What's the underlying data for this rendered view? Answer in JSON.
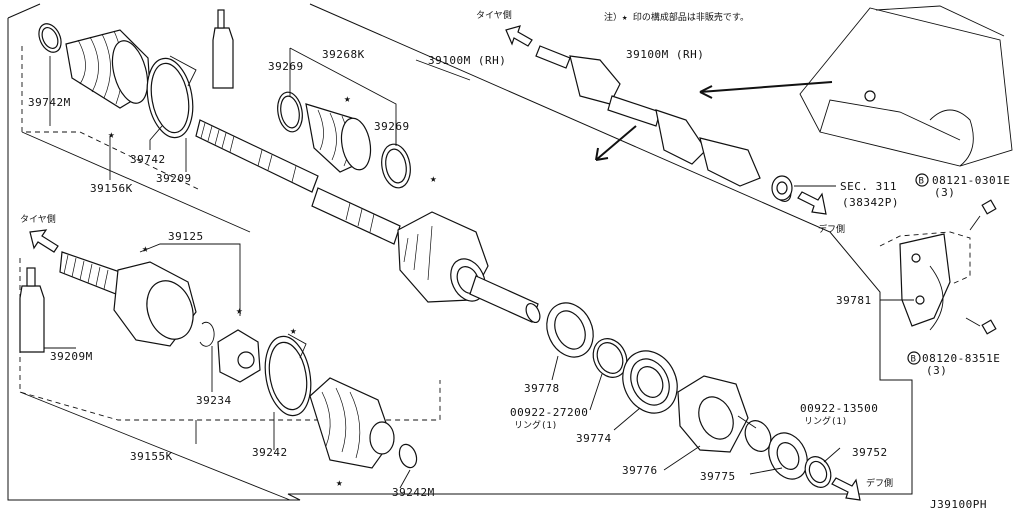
{
  "diagram_id": "J39100PH",
  "note": "注）★ 印の構成部品は非販売です。",
  "direction": {
    "tire_top": "タイヤ側",
    "tire_left": "タイヤ側",
    "diff_mid": "デフ側",
    "diff_bottom": "デフ側"
  },
  "star_symbol": "★",
  "parts": {
    "p39742M": "39742M",
    "p39742": "39742",
    "p39156K": "39156K",
    "p39209": "39209",
    "p39269a": "39269",
    "p39268K": "39268K",
    "p39269b": "39269",
    "p39100M_main": "39100M (RH)",
    "p39100M_inset": "39100M (RH)",
    "p39125": "39125",
    "p39209M": "39209M",
    "p39234": "39234",
    "p39155K": "39155K",
    "p39242": "39242",
    "p39242M": "39242M",
    "p39778": "39778",
    "p00922_27200": "00922-27200",
    "ring1": "リング(1)",
    "p39774": "39774",
    "p39776": "39776",
    "p00922_13500": "00922-13500",
    "ring2": "リング(1)",
    "p39775": "39775",
    "p39752": "39752",
    "p39781": "39781",
    "sec311": "SEC. 311",
    "sec311_ref": "(38342P)",
    "bolt1_code": "08121-0301E",
    "bolt1_qty": "(3)",
    "bolt2_code": "08120-8351E",
    "bolt2_qty": "(3)",
    "b_mark": "B"
  }
}
